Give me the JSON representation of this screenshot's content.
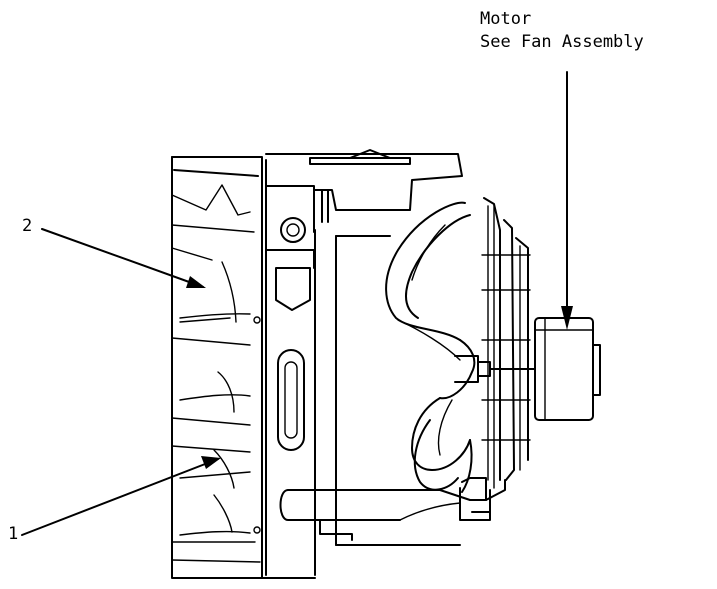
{
  "callouts": {
    "motor_line1": "Motor",
    "motor_line2": "See Fan Assembly",
    "item_1": "1",
    "item_2": "2"
  }
}
